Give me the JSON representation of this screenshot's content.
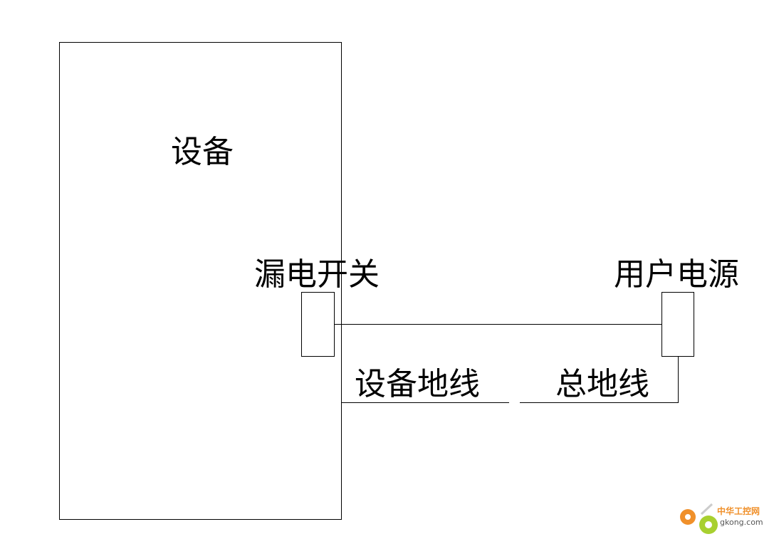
{
  "labels": {
    "device": "设备",
    "leakage_switch": "漏电开关",
    "user_power": "用户电源",
    "device_ground": "设备地线",
    "main_ground": "总地线"
  },
  "watermark": {
    "cn": "中华工控网",
    "en": "gkong.com"
  }
}
